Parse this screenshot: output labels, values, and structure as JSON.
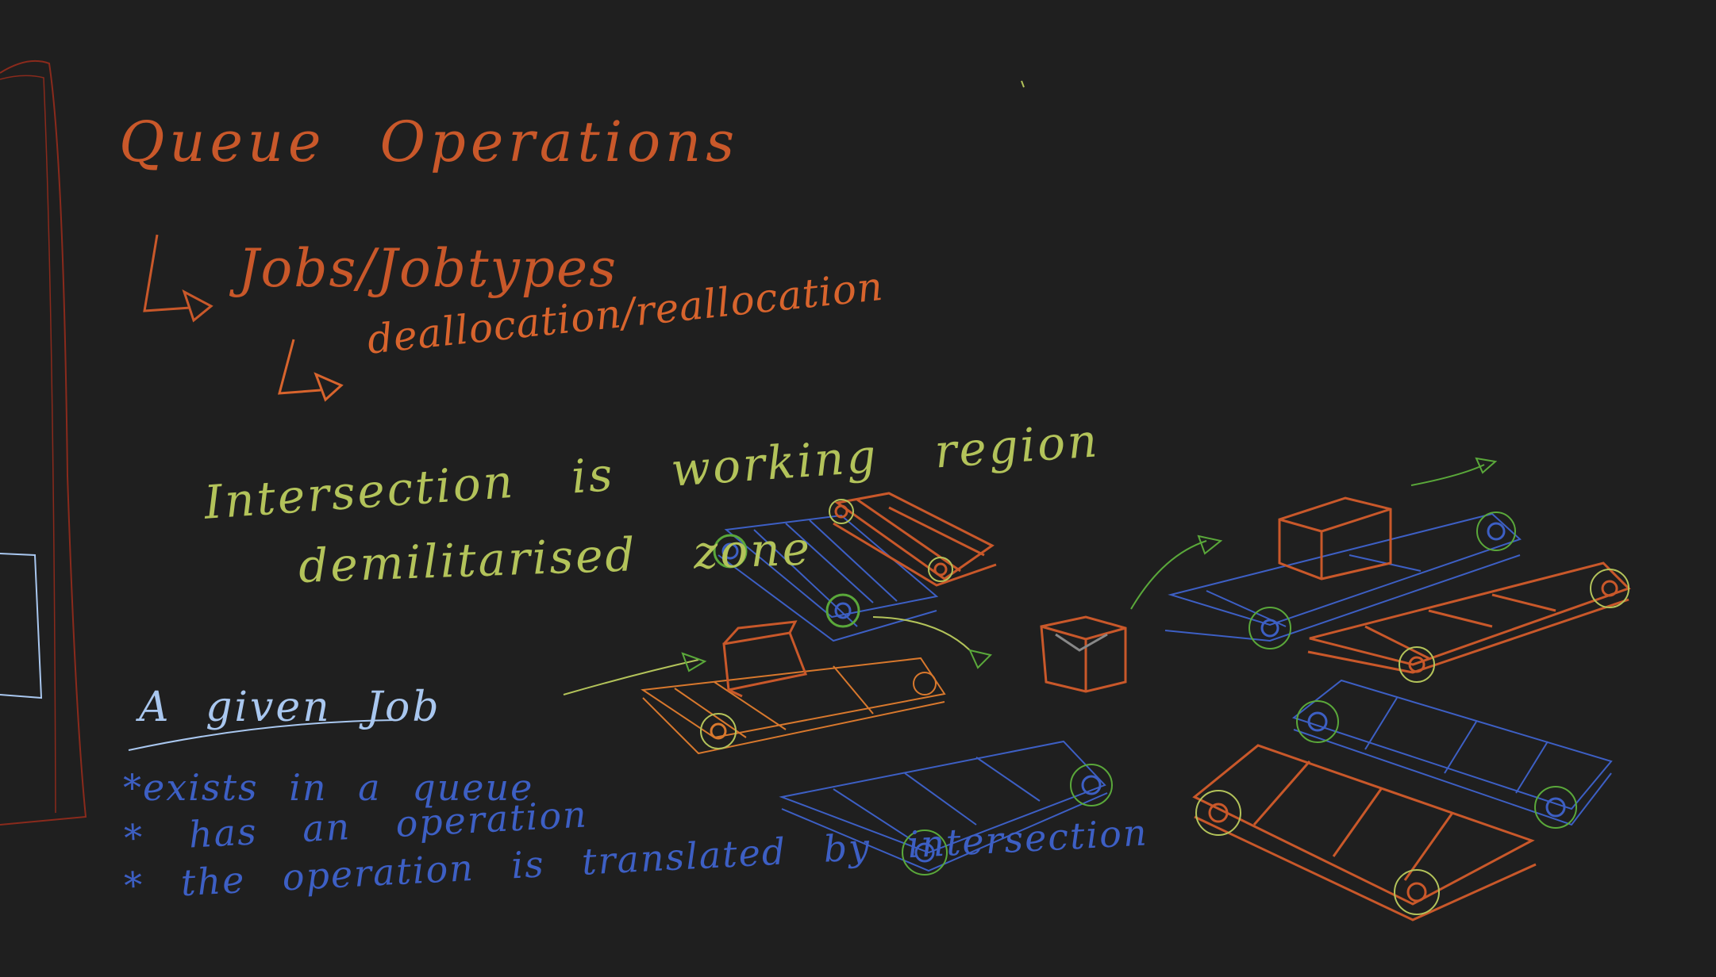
{
  "heading": "Queue Operations",
  "sub_item_1": "Jobs/Jobtypes",
  "sub_item_2": "deallocation/reallocation",
  "note_line_1": "Intersection is working region",
  "note_line_2": "demilitarised zone",
  "given_title": "A given Job",
  "bullets": [
    "*exists in a queue",
    "* has an operation",
    "* the operation is translated by intersection"
  ],
  "colors": {
    "background": "#1f1f1f",
    "orange": "#c9582a",
    "green": "#b3c35a",
    "light_blue": "#a9c7ef",
    "blue": "#3d5fc4",
    "dark_red": "#8a2a1c",
    "arrow_green": "#5aa83a"
  }
}
